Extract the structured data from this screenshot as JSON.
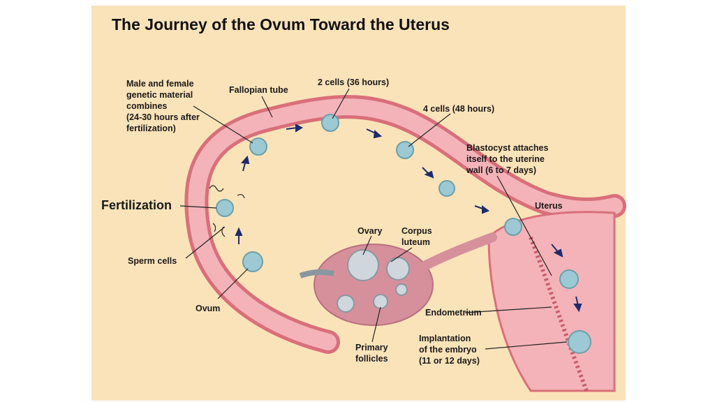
{
  "title": "The Journey of the Ovum Toward the Uterus",
  "labels": {
    "genetic": [
      "Male and female",
      "genetic material",
      "combines",
      "(24-30 hours after",
      "fertilization)"
    ],
    "fallopian": "Fallopian tube",
    "two_cells": "2 cells (36 hours)",
    "four_cells": "4 cells (48 hours)",
    "blastocyst": [
      "Blastocyst attaches",
      "itself to the uterine",
      "wall (6 to 7 days)"
    ],
    "fertilization": "Fertilization",
    "uterus": "Uterus",
    "ovary": "Ovary",
    "corpus": [
      "Corpus",
      "luteum"
    ],
    "sperm": "Sperm cells",
    "ovum": "Ovum",
    "endometrium": "Endometrium",
    "implantation": [
      "Implantation",
      "of the embryo",
      "(11 or 12 days)"
    ],
    "primary": [
      "Primary",
      "follicles"
    ]
  },
  "colors": {
    "background": "#fbe3b9",
    "tube": "#f2a9ae",
    "tube_wall": "#d96f7a",
    "ovary": "#d6909c",
    "cell": "#9cc9d3",
    "arrow": "#1f2a6b"
  }
}
